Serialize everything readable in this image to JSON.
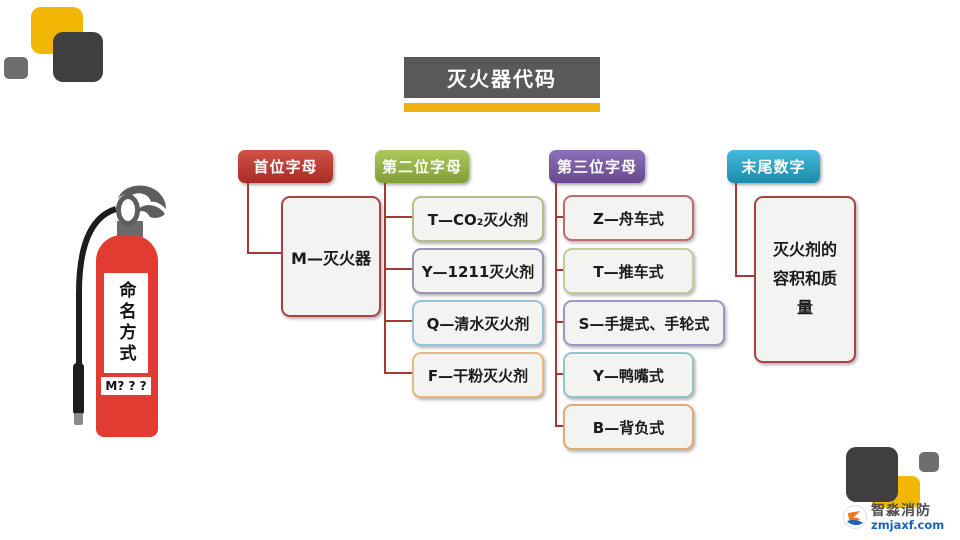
{
  "title": {
    "text": "灭火器代码"
  },
  "extinguisher": {
    "label_vertical": "命名方式",
    "label_code": "M? ? ?"
  },
  "tree": {
    "columns": [
      {
        "header": "首位字母",
        "header_color": "#b03028",
        "items": [
          "M—灭火器"
        ]
      },
      {
        "header": "第二位字母",
        "header_color": "#8aa83a",
        "items": [
          "T—CO₂灭火剂",
          "Y—1211灭火剂",
          "Q—清水灭火剂",
          "F—干粉灭火剂"
        ]
      },
      {
        "header": "第三位字母",
        "header_color": "#7a5ca8",
        "items": [
          "Z—舟车式",
          "T—推车式",
          "S—手提式、手轮式",
          "Y—鸭嘴式",
          "B—背负式"
        ]
      },
      {
        "header": "末尾数字",
        "header_color": "#29a3c6",
        "items": [
          "灭火剂的容积和质量"
        ]
      }
    ]
  },
  "branding": {
    "name": "智淼消防",
    "url": "zmjaxf.com"
  },
  "colors": {
    "accent_yellow": "#f2b705",
    "title_bg": "#595959",
    "connector": "#a83833",
    "extinguisher_red": "#e23b31",
    "extinguisher_gray": "#5d5d5d",
    "logo_blue": "#1565c0",
    "logo_orange": "#f07818"
  }
}
